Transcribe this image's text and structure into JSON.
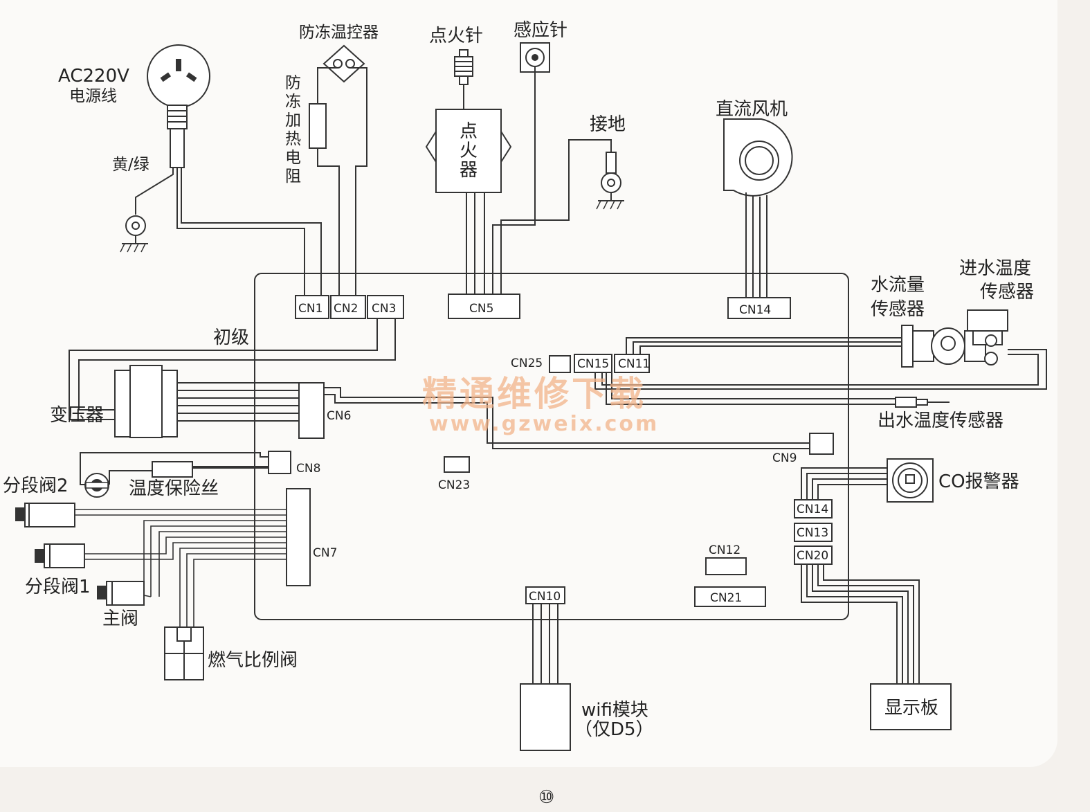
{
  "power": {
    "label_ac": "AC220V",
    "label_cord": "电源线",
    "ground_wire": "黄/绿"
  },
  "antifreeze": {
    "thermostat": "防冻温控器",
    "heater_chars": [
      "防",
      "冻",
      "加",
      "热",
      "电",
      "阻"
    ]
  },
  "ignition": {
    "needle": "点火针",
    "sensor_needle": "感应针",
    "igniter_chars": [
      "点",
      "火",
      "器"
    ]
  },
  "ground": {
    "label": "接地"
  },
  "fan": {
    "label": "直流风机"
  },
  "sensors": {
    "flow": [
      "水流量",
      "传感器"
    ],
    "inlet_temp": [
      "进水温度",
      "传感器"
    ],
    "outlet_temp": "出水温度传感器",
    "co_alarm": "CO报警器"
  },
  "power_parts": {
    "primary": "初级",
    "transformer": "变压器",
    "fuse": "温度保险丝"
  },
  "valves": {
    "seg2": "分段阀2",
    "seg1": "分段阀1",
    "main": "主阀",
    "proportional": "燃气比例阀"
  },
  "modules": {
    "wifi_line1": "wifi模块",
    "wifi_line2": "（仅D5）",
    "display": "显示板"
  },
  "connectors": {
    "cn1": "CN1",
    "cn2": "CN2",
    "cn3": "CN3",
    "cn5": "CN5",
    "cn14_top": "CN14",
    "cn25": "CN25",
    "cn15": "CN15",
    "cn11": "CN11",
    "cn6": "CN6",
    "cn8": "CN8",
    "cn9": "CN9",
    "cn23": "CN23",
    "cn7": "CN7",
    "cn14_right": "CN14",
    "cn13": "CN13",
    "cn20": "CN20",
    "cn12": "CN12",
    "cn21": "CN21",
    "cn10": "CN10"
  },
  "watermark": {
    "cn": "精通维修下载",
    "url": "www.gzweix.com"
  },
  "page_number": "⑩",
  "colors": {
    "line": "#333333",
    "paper": "#fbfaf8",
    "watermark": "#f2b48a"
  }
}
